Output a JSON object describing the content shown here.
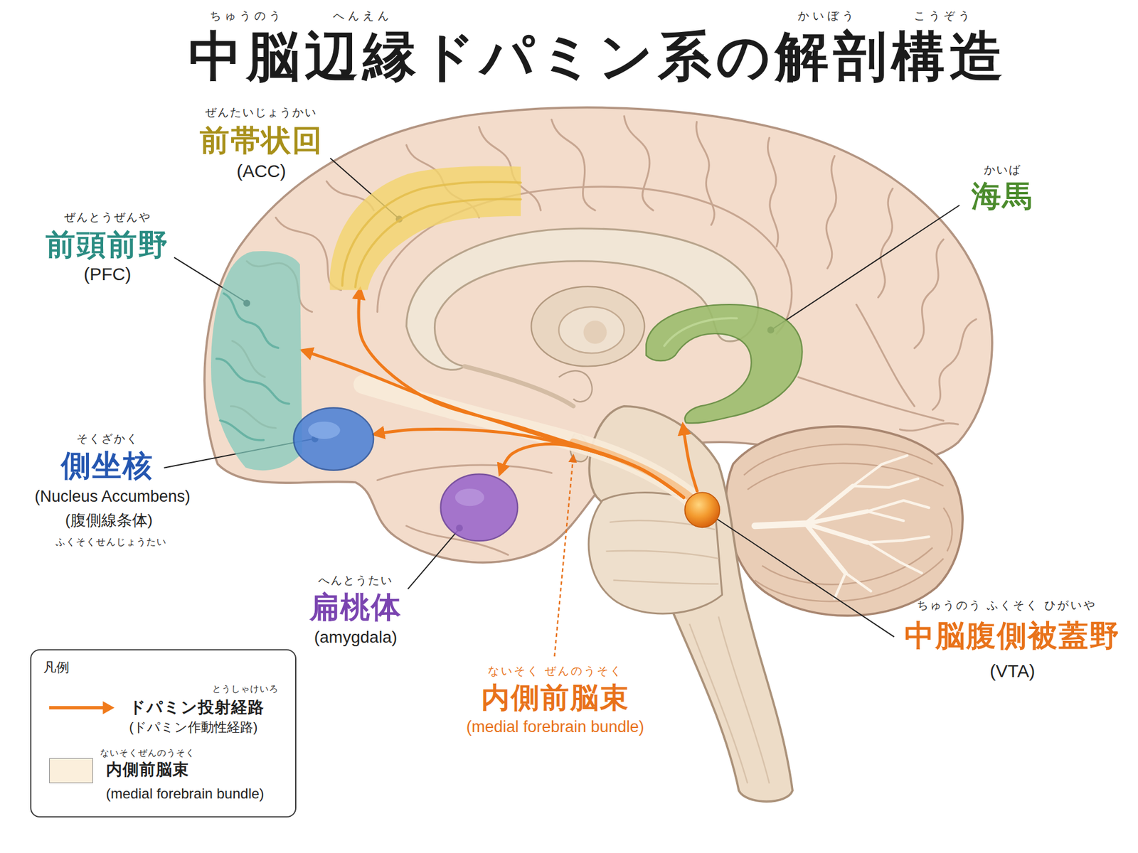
{
  "diagram": {
    "title": "中脳辺縁ドパミン系の解剖構造",
    "nodes": [
      {
        "text": [
          "ぜんたいじょうかい",
          "前帯状回",
          "(ACC)"
        ]
      },
      {
        "text": [
          "かいば",
          "海馬"
        ]
      },
      {
        "text": [
          "ぜんとうぜんや",
          "前頭前野",
          "(PFC)"
        ]
      },
      {
        "text": [
          "そくざかく",
          "側坐核",
          "(Nucleus Accumbens)",
          "(腹側線条体)",
          "ふくそくせんじょうたい"
        ]
      },
      {
        "text": [
          "へんとうたい",
          "扁桃体",
          "(amygdala)"
        ]
      },
      {
        "text": [
          "ちゅうのう ふくそく ひがいや",
          "中脳腹側被蓋野",
          "(VTA)"
        ]
      }
    ],
    "edges": [
      {
        "from": 5,
        "to": 2,
        "arrow": "to"
      },
      {
        "from": 5,
        "to": 0,
        "arrow": "to"
      },
      {
        "from": 5,
        "to": 3,
        "arrow": "to"
      },
      {
        "from": 5,
        "to": 4,
        "arrow": "to"
      },
      {
        "from": 5,
        "to": 1,
        "arrow": "to"
      }
    ],
    "labels": [
      "ちゅうのう",
      "へんえん",
      "かいぼう",
      "こうぞう",
      "ないそく ぜんのうそく",
      "内側前脳束",
      "(medial forebrain bundle)",
      "凡例",
      "とうしゃけいろ",
      "(ドパミン作動性経路)",
      "ないそくぜんのうそく",
      "(medial forebrain bundle)"
    ],
    "legend": [
      {
        "text": "ドパミン投射経路"
      },
      {
        "text": "内側前脳束",
        "color": "#fbefdc"
      }
    ]
  }
}
